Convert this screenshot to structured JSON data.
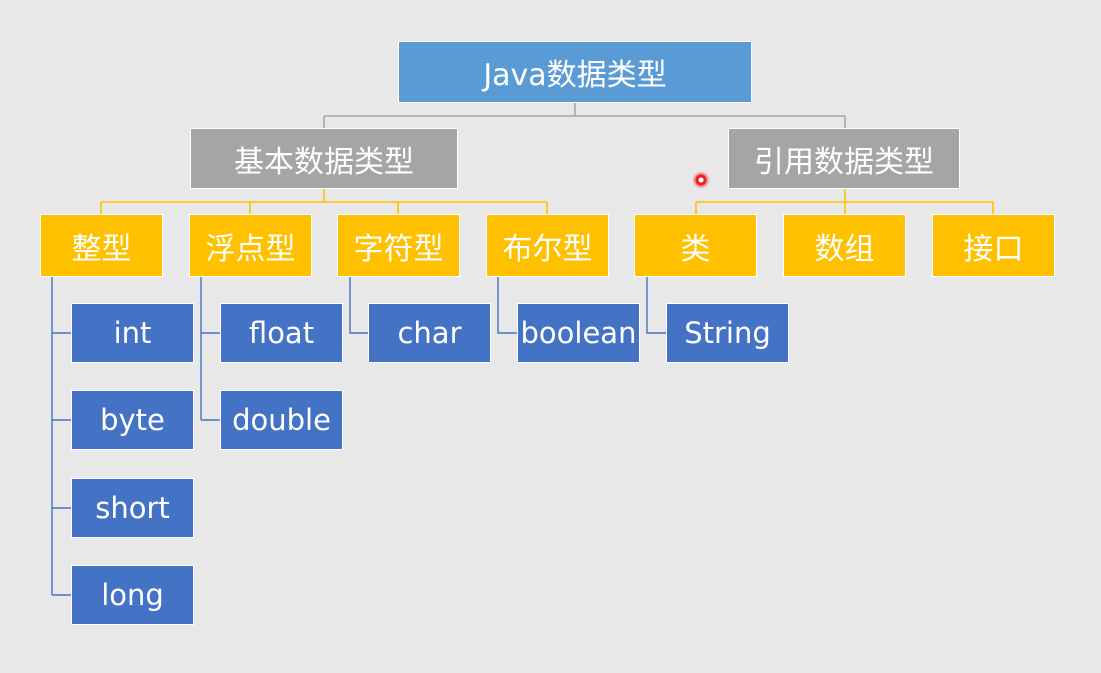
{
  "root": {
    "label": "Java数据类型"
  },
  "branches": {
    "basic": {
      "label": "基本数据类型"
    },
    "reference": {
      "label": "引用数据类型"
    }
  },
  "categories": {
    "integer": {
      "label": "整型",
      "types": [
        "int",
        "byte",
        "short",
        "long"
      ]
    },
    "floating": {
      "label": "浮点型",
      "types": [
        "float",
        "double"
      ]
    },
    "character": {
      "label": "字符型",
      "types": [
        "char"
      ]
    },
    "boolean": {
      "label": "布尔型",
      "types": [
        "boolean"
      ]
    },
    "class": {
      "label": "类",
      "types": [
        "String"
      ]
    },
    "array": {
      "label": "数组"
    },
    "interface": {
      "label": "接口"
    }
  },
  "colors": {
    "root": "#5b9bd5",
    "branch": "#a5a5a5",
    "category": "#ffc000",
    "leaf": "#4472c4",
    "root_connector": "#a6a6a6",
    "category_connector": "#ffc000",
    "leaf_connector": "#4472c4",
    "background": "#e8e8e8"
  }
}
